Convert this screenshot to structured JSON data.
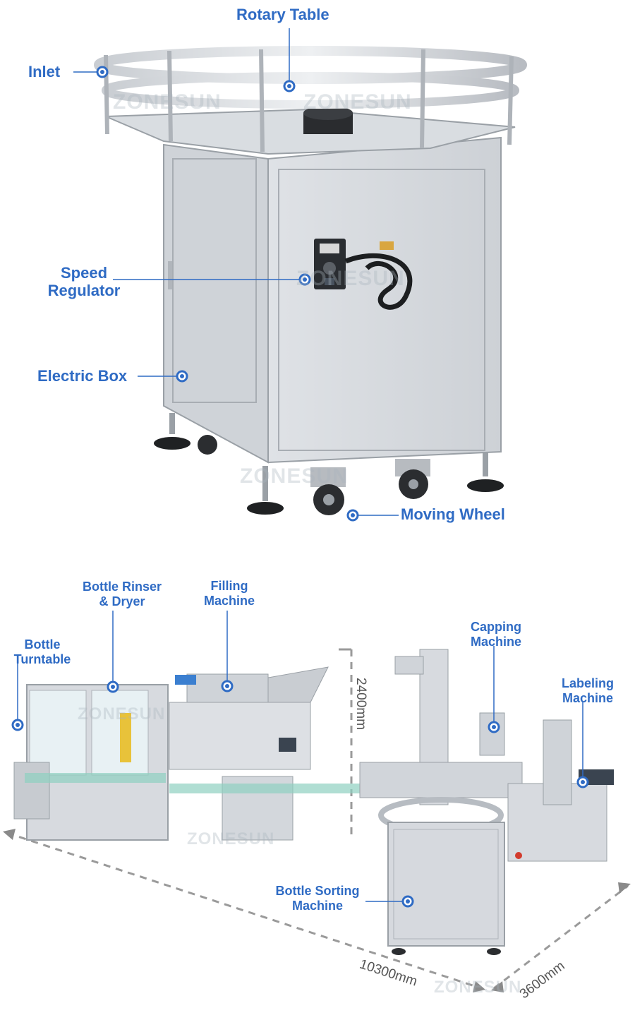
{
  "watermark": "ZONESUN",
  "accent_color": "#2f6bc4",
  "top": {
    "labels": {
      "rotary_table": "Rotary Table",
      "inlet": "Inlet",
      "speed_regulator_1": "Speed",
      "speed_regulator_2": "Regulator",
      "electric_box": "Electric Box",
      "moving_wheel": "Moving Wheel"
    }
  },
  "bottom": {
    "labels": {
      "bottle_turntable_1": "Bottle",
      "bottle_turntable_2": "Turntable",
      "bottle_rinser_1": "Bottle Rinser",
      "bottle_rinser_2": "& Dryer",
      "filling_1": "Filling",
      "filling_2": "Machine",
      "capping_1": "Capping",
      "capping_2": "Machine",
      "labeling_1": "Labeling",
      "labeling_2": "Machine",
      "sorting_1": "Bottle Sorting",
      "sorting_2": "Machine"
    },
    "dimensions": {
      "height": "2400mm",
      "length": "10300mm",
      "width": "3600mm"
    }
  }
}
